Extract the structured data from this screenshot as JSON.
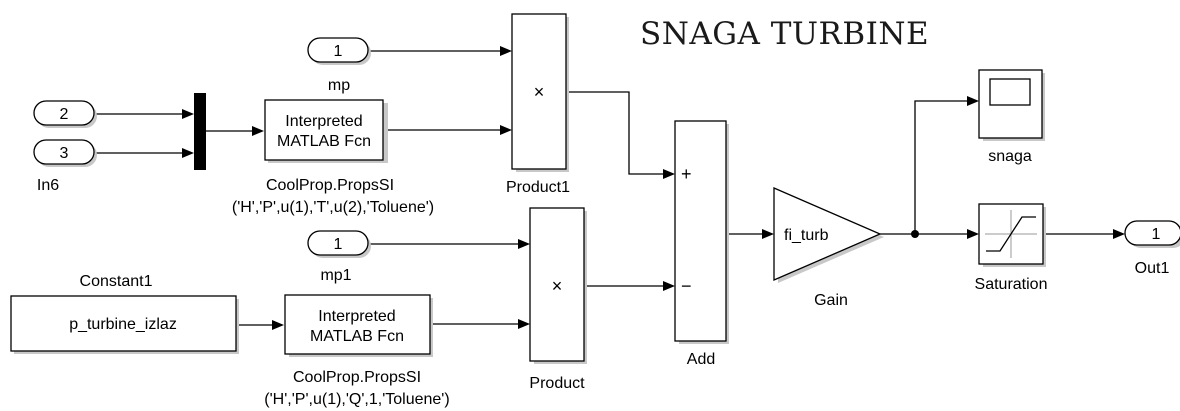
{
  "title": "SNAGA TURBINE",
  "blocks": {
    "in_mp": {
      "port": "1",
      "label": "mp"
    },
    "in_2": {
      "port": "2"
    },
    "in_3": {
      "port": "3",
      "label": "In6"
    },
    "in_mp1": {
      "port": "1",
      "label": "mp1"
    },
    "constant1": {
      "value": "p_turbine_izlaz",
      "label": "Constant1"
    },
    "fcn_top": {
      "line1": "Interpreted",
      "line2": "MATLAB Fcn",
      "label1": "CoolProp.PropsSI",
      "label2": "('H','P',u(1),'T',u(2),'Toluene')"
    },
    "fcn_bottom": {
      "line1": "Interpreted",
      "line2": "MATLAB Fcn",
      "label1": "CoolProp.PropsSI",
      "label2": "('H','P',u(1),'Q',1,'Toluene')"
    },
    "product1": {
      "symbol": "×",
      "label": "Product1"
    },
    "product": {
      "symbol": "×",
      "label": "Product"
    },
    "add": {
      "plus": "+",
      "minus": "−",
      "label": "Add"
    },
    "gain": {
      "value": "fi_turb",
      "label": "Gain"
    },
    "scope": {
      "label": "snaga"
    },
    "saturation": {
      "label": "Saturation"
    },
    "out1": {
      "port": "1",
      "label": "Out1"
    }
  }
}
